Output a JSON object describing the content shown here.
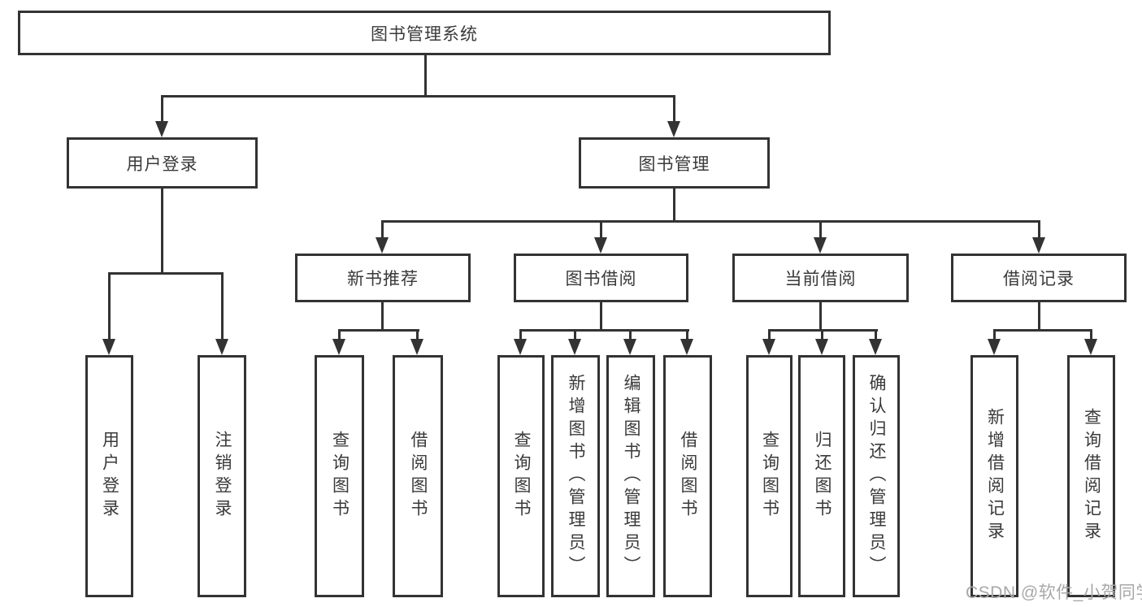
{
  "diagram": {
    "type": "hierarchy-tree",
    "root": {
      "label": "图书管理系统"
    },
    "level2": [
      {
        "label": "用户登录"
      },
      {
        "label": "图书管理"
      }
    ],
    "level3": [
      {
        "label": "新书推荐"
      },
      {
        "label": "图书借阅"
      },
      {
        "label": "当前借阅"
      },
      {
        "label": "借阅记录"
      }
    ],
    "leaves": [
      {
        "label": "用户登录",
        "parent": "用户登录"
      },
      {
        "label": "注销登录",
        "parent": "用户登录"
      },
      {
        "label": "查询图书",
        "parent": "新书推荐"
      },
      {
        "label": "借阅图书",
        "parent": "新书推荐"
      },
      {
        "label": "查询图书",
        "parent": "图书借阅"
      },
      {
        "label": "新增图书（管理员）",
        "parent": "图书借阅"
      },
      {
        "label": "编辑图书（管理员）",
        "parent": "图书借阅"
      },
      {
        "label": "借阅图书",
        "parent": "图书借阅"
      },
      {
        "label": "查询图书",
        "parent": "当前借阅"
      },
      {
        "label": "归还图书",
        "parent": "当前借阅"
      },
      {
        "label": "确认归还（管理员）",
        "parent": "当前借阅"
      },
      {
        "label": "新增借阅记录",
        "parent": "借阅记录"
      },
      {
        "label": "查询借阅记录",
        "parent": "借阅记录"
      }
    ],
    "colors": {
      "line": "#333333",
      "box_border": "#333333",
      "text": "#3a3a3a",
      "watermark": "#a8a8a8",
      "background": "#ffffff"
    },
    "watermark": {
      "text": "CSDN @软件_小贺同学"
    }
  }
}
